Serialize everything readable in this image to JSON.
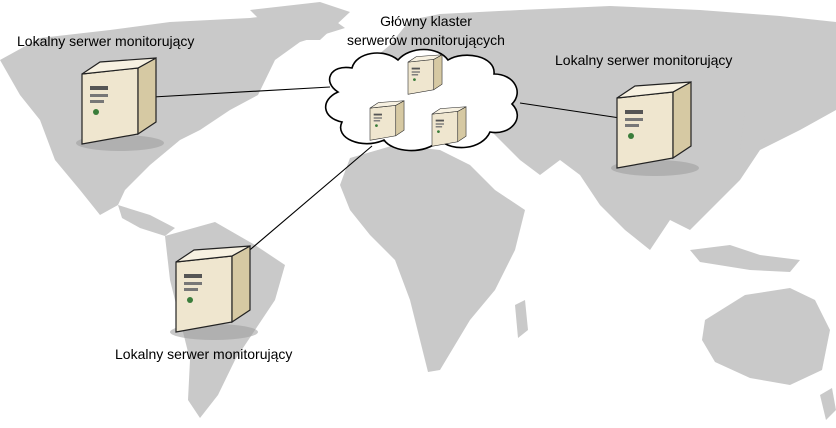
{
  "diagram": {
    "labels": {
      "cluster_line1": "Główny klaster",
      "cluster_line2": "serwerów monitorujących",
      "local_nw": "Lokalny serwer monitorujący",
      "local_ne": "Lokalny serwer monitorujący",
      "local_sw": "Lokalny serwer monitorujący"
    },
    "icons": {
      "background": "world-map",
      "cluster": "cloud",
      "server": "tower-server"
    },
    "colors": {
      "map": "#c9c9c9",
      "server_body": "#efe6cf",
      "server_side": "#d6c9a3",
      "server_top": "#f7f1e1",
      "cloud_fill": "#ffffff",
      "line": "#000000"
    }
  }
}
